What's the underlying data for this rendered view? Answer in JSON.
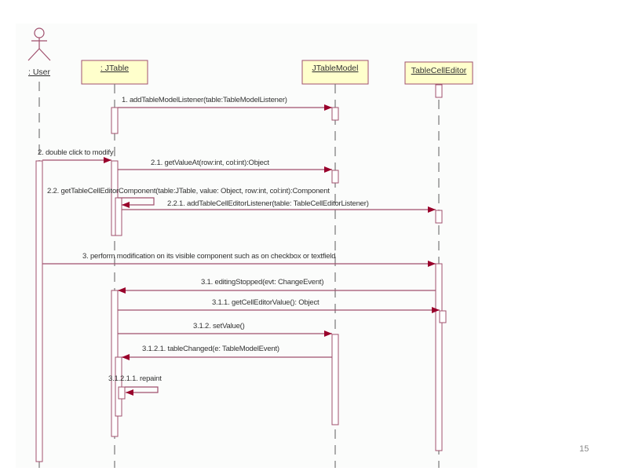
{
  "diagram": {
    "type": "UML sequence diagram",
    "colors": {
      "line": "#a0506e",
      "arrowhead": "#99002b",
      "object_fill": "#ffffcc",
      "object_border": "#a0506e",
      "lifeline": "#777777",
      "text": "#333333"
    },
    "participants": [
      {
        "id": "user",
        "label": ": User",
        "kind": "actor"
      },
      {
        "id": "jtable",
        "label": ": JTable",
        "kind": "object"
      },
      {
        "id": "jtablemodel",
        "label": "JTableModel",
        "kind": "object"
      },
      {
        "id": "tablecelleditor",
        "label": "TableCellEditor",
        "kind": "object"
      }
    ],
    "messages": [
      {
        "seq": "1",
        "label": "1. addTableModelListener(table:TableModelListener)",
        "from": "jtable",
        "to": "jtablemodel"
      },
      {
        "seq": "2",
        "label": "2. double click to modify",
        "from": "user",
        "to": "jtable"
      },
      {
        "seq": "2.1",
        "label": "2.1. getValueAt(row:int, col:int):Object",
        "from": "jtable",
        "to": "jtablemodel"
      },
      {
        "seq": "2.2",
        "label": "2.2. getTableCellEditorComponent(table:JTable, value: Object, row:int, col:int):Component",
        "from": "jtable",
        "to": "jtable"
      },
      {
        "seq": "2.2.1",
        "label": "2.2.1. addTableCellEditorListener(table: TableCellEditorListener)",
        "from": "jtable",
        "to": "tablecelleditor"
      },
      {
        "seq": "3",
        "label": "3. perform modification on its visible component such as on checkbox or textfield",
        "from": "user",
        "to": "tablecelleditor"
      },
      {
        "seq": "3.1",
        "label": "3.1. editingStopped(evt: ChangeEvent)",
        "from": "tablecelleditor",
        "to": "jtable"
      },
      {
        "seq": "3.1.1",
        "label": "3.1.1. getCellEditorValue(): Object",
        "from": "jtable",
        "to": "tablecelleditor"
      },
      {
        "seq": "3.1.2",
        "label": "3.1.2. setValue()",
        "from": "jtable",
        "to": "jtablemodel"
      },
      {
        "seq": "3.1.2.1",
        "label": "3.1.2.1. tableChanged(e: TableModelEvent)",
        "from": "jtablemodel",
        "to": "jtable"
      },
      {
        "seq": "3.1.2.1.1",
        "label": "3.1.2.1.1. repaint",
        "from": "jtable",
        "to": "jtable"
      }
    ]
  },
  "slide": {
    "page_number": "15"
  }
}
